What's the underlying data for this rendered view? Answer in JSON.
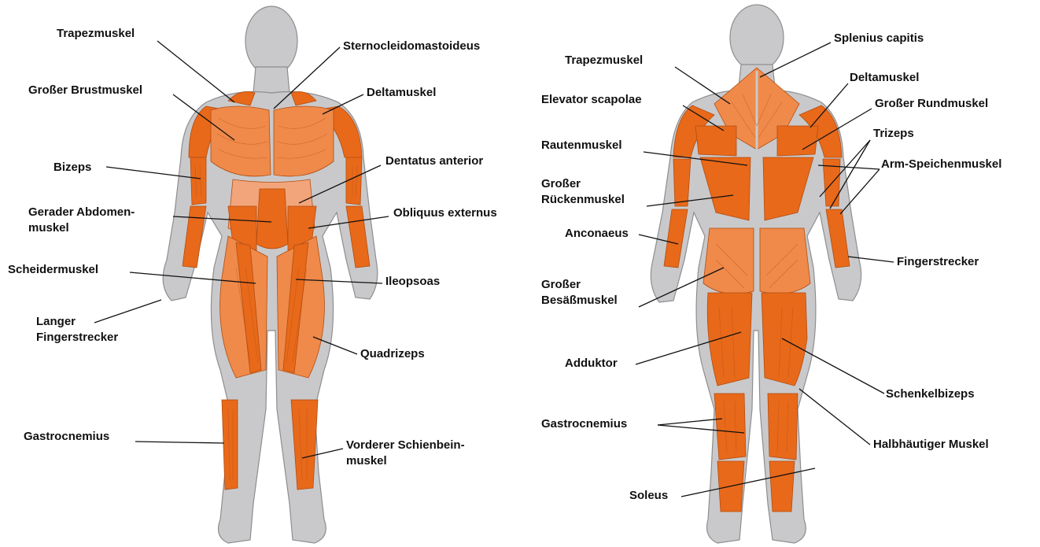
{
  "front": {
    "labels": {
      "trapezmuskel": "Trapezmuskel",
      "sternocleidomastoideus": "Sternocleidomastoideus",
      "grosser_brustmuskel": "Großer Brustmuskel",
      "deltamuskel": "Deltamuskel",
      "bizeps": "Bizeps",
      "dentatus_anterior": "Dentatus anterior",
      "gerader_abdomenmuskel_1": "Gerader Abdomen-",
      "gerader_abdomenmuskel_2": "muskel",
      "obliquus_externus": "Obliquus externus",
      "scheidermuskel": "Scheidermuskel",
      "ileopsoas": "Ileopsoas",
      "langer_fingerstrecker_1": "Langer",
      "langer_fingerstrecker_2": "Fingerstrecker",
      "quadrizeps": "Quadrizeps",
      "gastrocnemius": "Gastrocnemius",
      "vorderer_schienbeinmuskel_1": "Vorderer Schienbein-",
      "vorderer_schienbeinmuskel_2": "muskel"
    }
  },
  "back": {
    "labels": {
      "splenius_capitis": "Splenius capitis",
      "trapezmuskel": "Trapezmuskel",
      "deltamuskel": "Deltamuskel",
      "elevator_scapolae": "Elevator scapolae",
      "grosser_rundmuskel": "Großer Rundmuskel",
      "trizeps": "Trizeps",
      "rautenmuskel": "Rautenmuskel",
      "arm_speichenmuskel": "Arm-Speichenmuskel",
      "grosser_rueckenmuskel_1": "Großer",
      "grosser_rueckenmuskel_2": "Rückenmuskel",
      "anconaeus": "Anconaeus",
      "fingerstrecker": "Fingerstrecker",
      "grosser_gesaessmuskel_1": "Großer",
      "grosser_gesaessmuskel_2": "Besäßmuskel",
      "adduktor": "Adduktor",
      "schenkelbizeps": "Schenkelbizeps",
      "gastrocnemius": "Gastrocnemius",
      "halbhaeutiger_muskel": "Halbhäutiger Muskel",
      "soleus": "Soleus"
    }
  },
  "colors": {
    "muscle": "#e8691a",
    "skin": "#c9c9cb",
    "label_text": "#111111"
  }
}
